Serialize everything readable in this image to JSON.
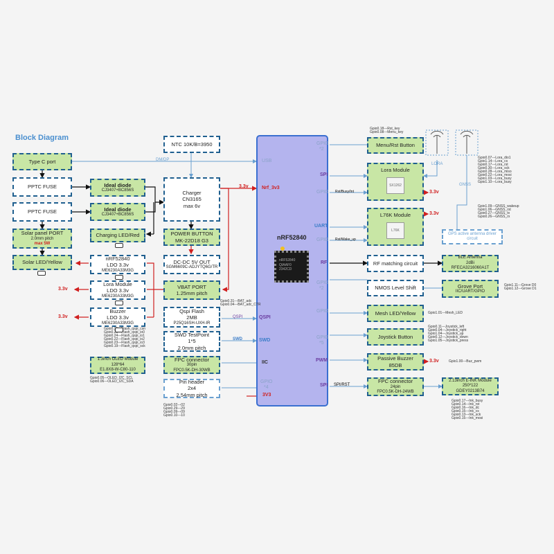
{
  "title": "Block Diagram",
  "mcu": {
    "name": "nRF52840",
    "chip_lines": [
      "nRF52840",
      "QIAAF0",
      "2342CD"
    ]
  },
  "left_boxes": {
    "typec": "Type C port",
    "pptc1": "PPTC FUSE",
    "pptc2": "PPTC FUSE",
    "diode1": {
      "name": "Ideal diode",
      "part": "CJ3407+BC856S"
    },
    "diode2": {
      "name": "Ideal diode",
      "part": "CJ3407+BC856S"
    },
    "solar": {
      "l1": "Solar panel PORT",
      "l2": "2.0mm pitch",
      "l3": "max 5W"
    },
    "solar_led": "Solar LED/Yellow",
    "charging_led": "Charging LED/Red",
    "ldo_nrf": {
      "l1": "nRF52840",
      "l2": "LDO 3.3v",
      "part": "ME6230A33M3G"
    },
    "ldo_lora": {
      "l1": "Lora Module",
      "l2": "LDO 3.3v",
      "part": "ME6230A33M3G"
    },
    "ldo_buzzer": {
      "l1": "Buzzer",
      "l2": "LDO 3.3v",
      "part": "ME6230A33M3G"
    },
    "oled": {
      "l1": "1.3inch OLED Module",
      "l2": "128*64",
      "l3": "E1.8X8-W-C80-110"
    }
  },
  "center_boxes": {
    "ntc": "NTC 10K/B=3950",
    "charger": {
      "l1": "Charger",
      "l2": "CN3165",
      "l3": "max 6v"
    },
    "power_btn": {
      "l1": "POWER BUTTON",
      "l2": "MK-22D18 G3"
    },
    "dcdc": {
      "l1": "DC-DC 5V OUT",
      "l2": "SGM6609C-ADJYTQ6G/TR"
    },
    "vbat": {
      "l1": "VBAT PORT",
      "l2": "1.25mm pitch"
    },
    "qspi_flash": {
      "l1": "Qspi Flash",
      "l2": "2MB",
      "l3": "P25Q16SH-UXH-IR"
    },
    "swd": {
      "l1": "SWD TestPoint",
      "l2": "1*5",
      "l3": "2.0mm pitch"
    },
    "fpc30": {
      "l1": "FPC connector",
      "l2": "30pin",
      "l3": "FPC0.5K-DH-30WB"
    },
    "pinheader": {
      "l1": "Pin header",
      "l2": "2x4",
      "l3": "2.54mm pitch"
    }
  },
  "right_boxes": {
    "menu": "Menu/Rst Button",
    "lora": "Lora Module",
    "lora_chip": "SX1262",
    "l76k": "L76K Module",
    "l76k_chip": "L76K",
    "gps_ant": "GPS active antenna driver circuit",
    "rf": "RF matching circuit",
    "ble": {
      "l1": "BLE Antenna",
      "l2": "2dBi",
      "l3": "RFECA3216060A1T"
    },
    "nmos": "NMOS Level Shift",
    "grove": {
      "l1": "Grove Port",
      "l2": "IIC/UART/GPIO"
    },
    "mesh": "Mesh LED/Yellow",
    "joystick": "Joystick Button",
    "buzzer": {
      "l1": "Passive Buzzer",
      "l2": "85DB"
    },
    "fpc24": {
      "l1": "FPC connector",
      "l2": "24pin",
      "l3": "FPC0.5K-DH-24WB"
    },
    "eink": {
      "l1": "2.13inch E-INK Module",
      "l2": "250*122",
      "l3": "GDEY0213B74"
    }
  },
  "pins": {
    "usb": "USB",
    "nrf3v3": "Nrf_3v3",
    "gpio1": "GPIO",
    "gpio1_n": "*2",
    "spi1": "SPI",
    "gpio2": "GPIO",
    "uart": "UART",
    "gpio3": "GPIO",
    "rf": "RF",
    "gpio4": "GPIO",
    "gpio4_n": "*2",
    "gpio5": "GPIO",
    "gpio6": "GPIO",
    "gpio6_n": "*5",
    "pwm": "PWM",
    "spi2": "SPI",
    "qspi": "QSPI",
    "swd": "SWD",
    "iic": "IIC",
    "gpio7": "GPIO",
    "gpio7_n": "*4",
    "v3v3": "3V3"
  },
  "wire_labels": {
    "dm_dp": "DM/DP",
    "qspi": "QSPI",
    "swd": "SWD",
    "rst_busy": "Rst/Busy/Int",
    "rst_wake": "Rst/Wake_up",
    "spi_rst": "SPI/RST",
    "lora_ant": "LORA",
    "gnss_ant": "GNSS",
    "v33": "3.3v"
  },
  "annotations": {
    "menu": [
      "Gpio0.18---Rst_key",
      "Gpio0.08---Menu_key"
    ],
    "lora": [
      "Gpio0.07---Lora_dio1",
      "Gpio1.14---Lora_cs",
      "Gpio0.17---Lora_rst",
      "Gpio0.30---Lora_sck",
      "Gpio0.28---Lora_miso",
      "Gpio0.22---Lora_mosi",
      "Gpio1.03---Lora_busy",
      "Gpio1.10---Lora_busy"
    ],
    "gnss": [
      "Gpio1.09---GNSS_wakeup",
      "Gpio1.06---GNSS_rst",
      "Gpio0.27---GNSS_tx",
      "Gpio0.26---GNSS_rx"
    ],
    "grove": [
      "Gpio1.11---Grove D0",
      "Gpio1.12---Grove D1"
    ],
    "mesh": [
      "Gpio1.01---Mesh_LED"
    ],
    "joystick": [
      "Gpio0.11---Joystick_left",
      "Gpio0.04---Joystick_right",
      "Gpio1.04---Joystick_up",
      "Gpio0.12---Joystick_down",
      "Gpio1.05---Joystick_press"
    ],
    "buzzer": [
      "Gpio1.00---Buz_pwm"
    ],
    "eink": [
      "Gpio0.17---Ink_busy",
      "Gpio0.14---Ink_rst",
      "Gpio0.16---Ink_dc",
      "Gpio0.15---Ink_cs",
      "Gpio0.13---Ink_sck",
      "Gpio0.15---Ink_mosi"
    ],
    "adc": [
      "Gpio0.31---BAT_adc",
      "Gpio0.04---BAT_adc_CTR"
    ],
    "qspi": [
      "Gpio0.25---Flash_qspi_csn",
      "Gpio0.20---Flash_qspi_io0",
      "Gpio0.24---Flash_qspi_io1",
      "Gpio0.22---Flash_qspi_io2",
      "Gpio0.23---Flash_qspi_io3",
      "Gpio0.19---Flash_qspi_sck"
    ],
    "oled": [
      "Gpio0.05---OLED_I2C_SCL",
      "Gpio0.06---OLED_I2C_SDA"
    ],
    "header": [
      "Gpio0.02---02",
      "Gpio0.29---29",
      "Gpio0.09---09",
      "Gpio0.10---10"
    ]
  },
  "colors": {
    "green": "#c8e6a5",
    "border": "#1f5f8f",
    "mcu": "#b4b4ee",
    "red": "#d02020",
    "wire": "#6aa0d0"
  }
}
